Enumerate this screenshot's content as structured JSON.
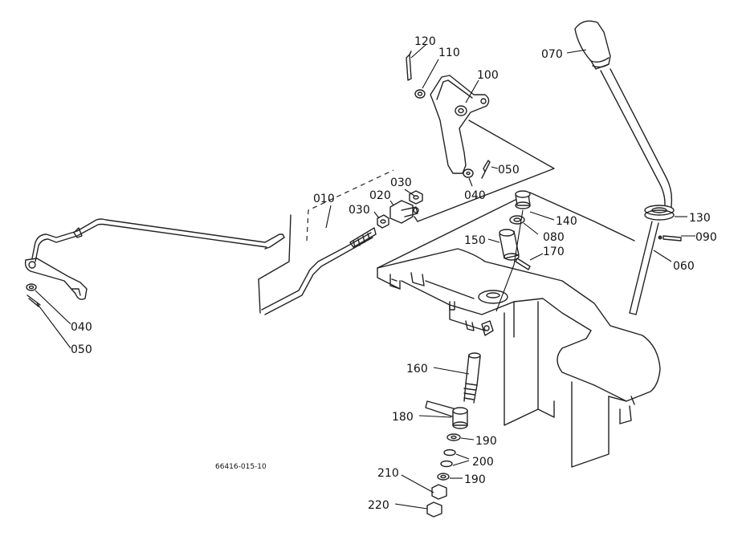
{
  "drawing_code": "66416-015-10",
  "callouts": [
    {
      "id": "c120",
      "text": "120"
    },
    {
      "id": "c110",
      "text": "110"
    },
    {
      "id": "c100",
      "text": "100"
    },
    {
      "id": "c070",
      "text": "070"
    },
    {
      "id": "c050a",
      "text": "050"
    },
    {
      "id": "c030a",
      "text": "030"
    },
    {
      "id": "c010",
      "text": "010"
    },
    {
      "id": "c020",
      "text": "020"
    },
    {
      "id": "c040a",
      "text": "040"
    },
    {
      "id": "c030b",
      "text": "030"
    },
    {
      "id": "c140",
      "text": "140"
    },
    {
      "id": "c130",
      "text": "130"
    },
    {
      "id": "c080",
      "text": "080"
    },
    {
      "id": "c090",
      "text": "090"
    },
    {
      "id": "c150",
      "text": "150"
    },
    {
      "id": "c170",
      "text": "170"
    },
    {
      "id": "c060",
      "text": "060"
    },
    {
      "id": "c040b",
      "text": "040"
    },
    {
      "id": "c050b",
      "text": "050"
    },
    {
      "id": "c160",
      "text": "160"
    },
    {
      "id": "c180",
      "text": "180"
    },
    {
      "id": "c190a",
      "text": "190"
    },
    {
      "id": "c200",
      "text": "200"
    },
    {
      "id": "c210",
      "text": "210"
    },
    {
      "id": "c190b",
      "text": "190"
    },
    {
      "id": "c220",
      "text": "220"
    }
  ]
}
